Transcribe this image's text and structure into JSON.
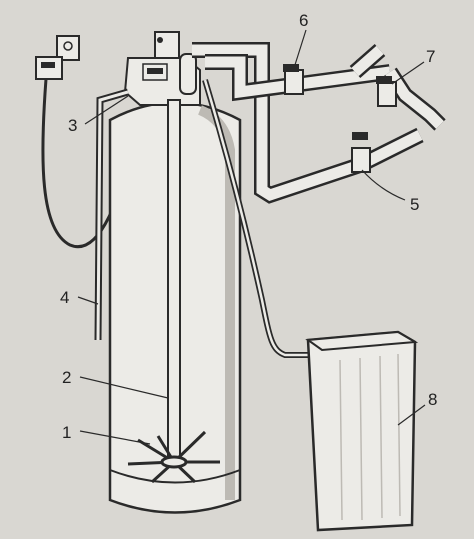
{
  "diagram": {
    "labels": [
      {
        "id": "1",
        "text": "1"
      },
      {
        "id": "2",
        "text": "2"
      },
      {
        "id": "3",
        "text": "3"
      },
      {
        "id": "4",
        "text": "4"
      },
      {
        "id": "5",
        "text": "5"
      },
      {
        "id": "6",
        "text": "6"
      },
      {
        "id": "7",
        "text": "7"
      },
      {
        "id": "8",
        "text": "8"
      }
    ]
  },
  "colors": {
    "paper": "#d9d7d2",
    "ink": "#2a2a2a",
    "fill": "#ecebe7",
    "shade": "#bdbab4"
  }
}
